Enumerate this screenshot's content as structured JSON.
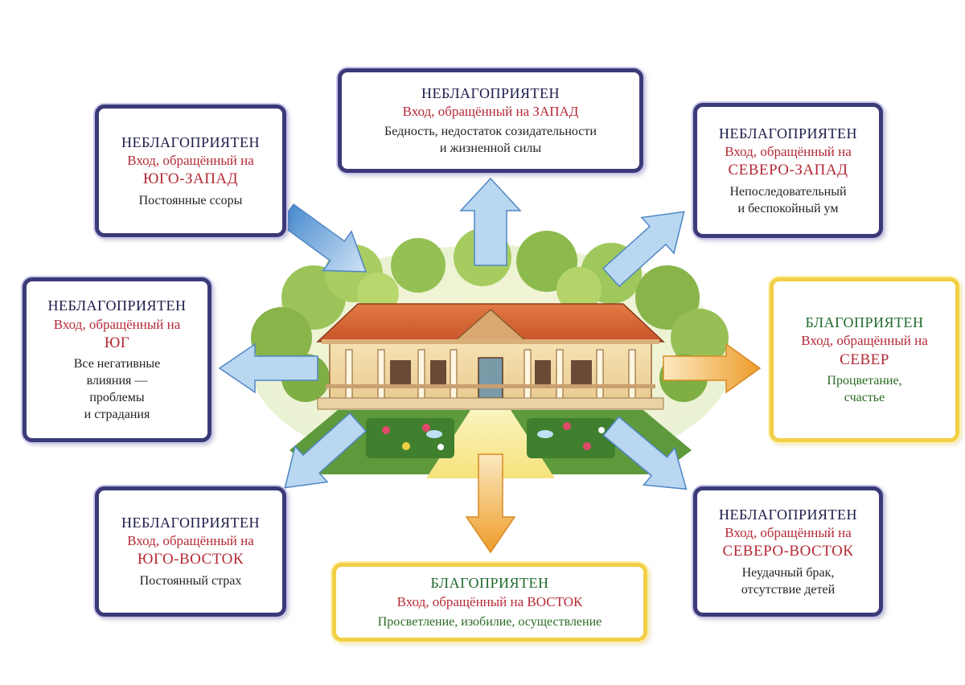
{
  "colors": {
    "unfavorable_border": "#3b3a78",
    "favorable_border": "#f2cf46",
    "direction_text": "#b42a36",
    "blue_arrow": "#6fa6d8",
    "orange_arrow": "#f0a93a"
  },
  "boxes": {
    "west": {
      "status": "НЕБЛАГОПРИЯТЕН",
      "direction": "Вход, обращённый на ЗАПАД",
      "effect_line1": "Бедность, недостаток созидательности",
      "effect_line2": "и жизненной силы"
    },
    "southwest": {
      "status": "НЕБЛАГОПРИЯТЕН",
      "direction_prefix": "Вход, обращённый на",
      "direction_name": "ЮГО-ЗАПАД",
      "effect_line1": "Постоянные ссоры"
    },
    "northwest": {
      "status": "НЕБЛАГОПРИЯТЕН",
      "direction_prefix": "Вход, обращённый на",
      "direction_name": "СЕВЕРО-ЗАПАД",
      "effect_line1": "Непоследовательный",
      "effect_line2": "и беспокойный ум"
    },
    "south": {
      "status": "НЕБЛАГОПРИЯТЕН",
      "direction_prefix": "Вход, обращённый на",
      "direction_name": "ЮГ",
      "effect_line1": "Все негативные",
      "effect_line2": "влияния —",
      "effect_line3": "проблемы",
      "effect_line4": "и страдания"
    },
    "north": {
      "status": "БЛАГОПРИЯТЕН",
      "direction_prefix": "Вход, обращённый на",
      "direction_name": "СЕВЕР",
      "effect_line1": "Процветание,",
      "effect_line2": "счастье"
    },
    "southeast": {
      "status": "НЕБЛАГОПРИЯТЕН",
      "direction_prefix": "Вход, обращённый на",
      "direction_name": "ЮГО-ВОСТОК",
      "effect_line1": "Постоянный страх"
    },
    "east": {
      "status": "БЛАГОПРИЯТЕН",
      "direction": "Вход, обращённый на ВОСТОК",
      "effect_line1": "Просветление, изобилие, осуществление"
    },
    "northeast": {
      "status": "НЕБЛАГОПРИЯТЕН",
      "direction_prefix": "Вход, обращённый на",
      "direction_name": "СЕВЕРО-ВОСТОК",
      "effect_line1": "Неудачный брак,",
      "effect_line2": "отсутствие детей"
    }
  }
}
